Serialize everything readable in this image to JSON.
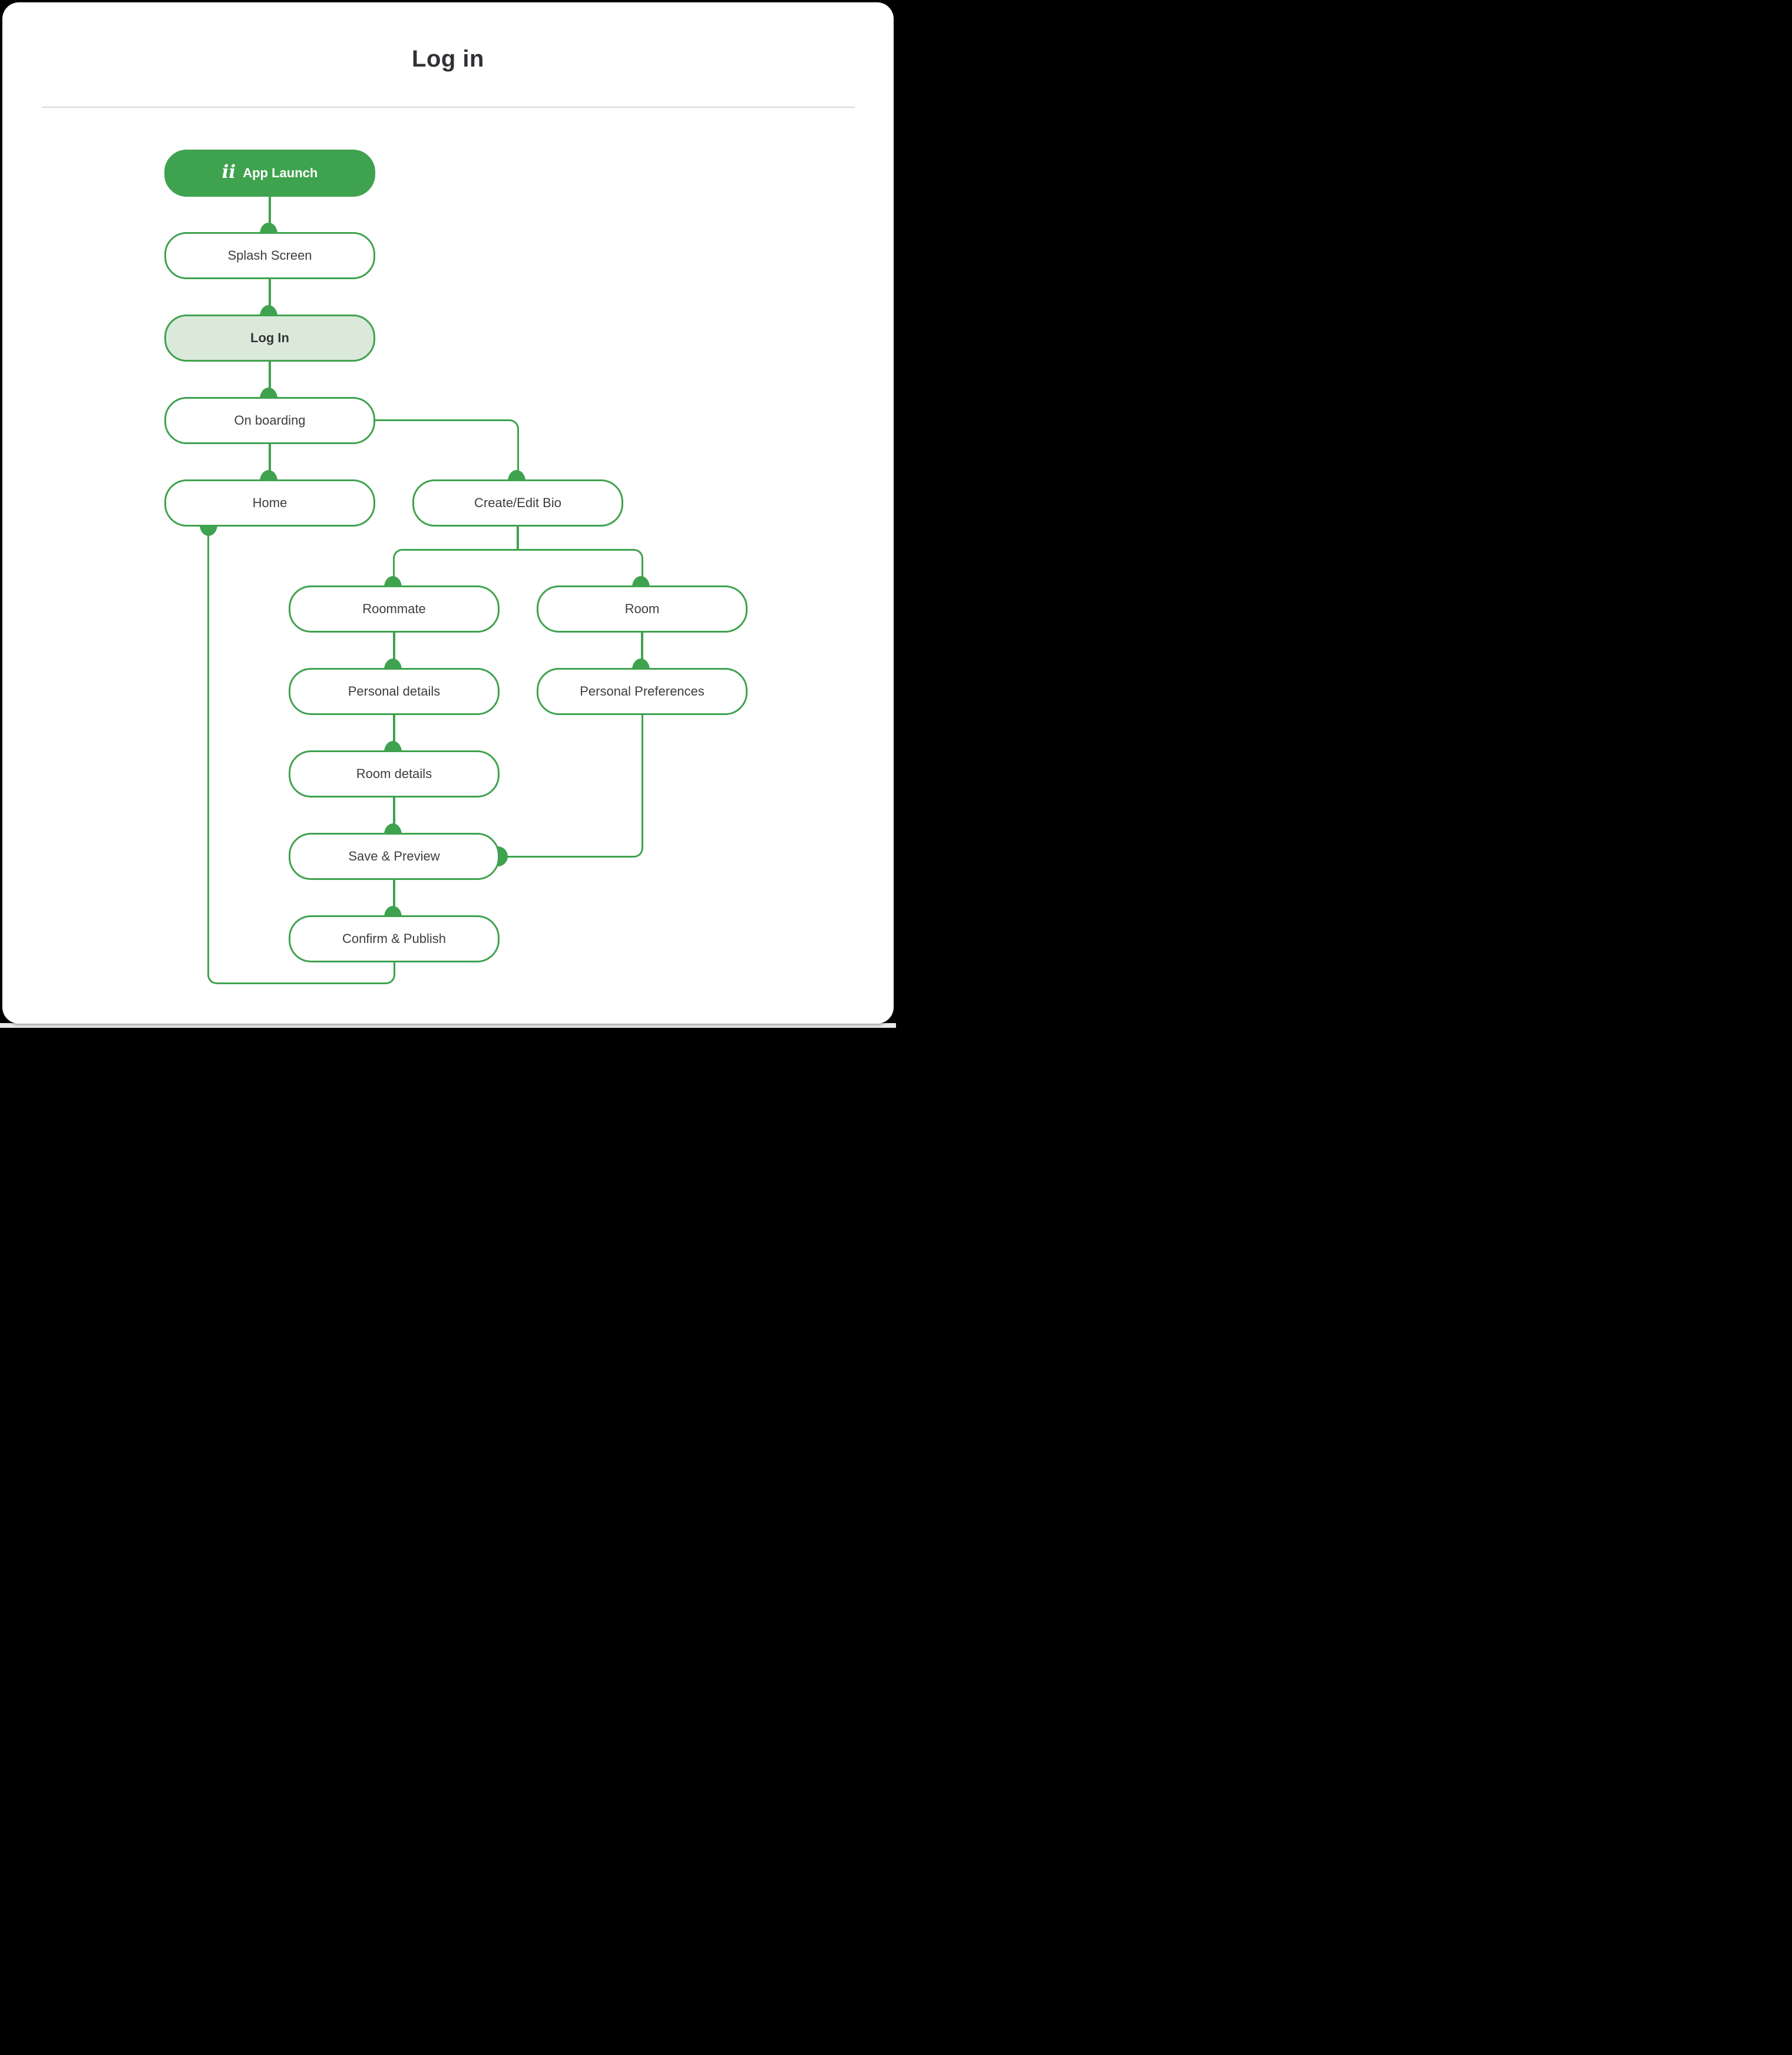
{
  "page": {
    "title": "Log in"
  },
  "colors": {
    "background": "#000000",
    "card": "#FFFFFF",
    "accent_green": "#3FA24E",
    "highlight_fill": "#DBE9DB",
    "text": "#3B3E41",
    "divider": "#D9D9D9"
  },
  "diagram": {
    "nodes": [
      {
        "id": "app-launch",
        "label": "App Launch",
        "variant": "solid",
        "icon_glyph": "ii"
      },
      {
        "id": "splash-screen",
        "label": "Splash Screen",
        "variant": "outline"
      },
      {
        "id": "log-in",
        "label": "Log In",
        "variant": "highlight"
      },
      {
        "id": "on-boarding",
        "label": "On boarding",
        "variant": "outline"
      },
      {
        "id": "home",
        "label": "Home",
        "variant": "outline"
      },
      {
        "id": "create-edit-bio",
        "label": "Create/Edit Bio",
        "variant": "outline"
      },
      {
        "id": "roommate",
        "label": "Roommate",
        "variant": "outline"
      },
      {
        "id": "room",
        "label": "Room",
        "variant": "outline"
      },
      {
        "id": "personal-details",
        "label": "Personal details",
        "variant": "outline"
      },
      {
        "id": "personal-preferences",
        "label": "Personal Preferences",
        "variant": "outline"
      },
      {
        "id": "room-details",
        "label": "Room details",
        "variant": "outline"
      },
      {
        "id": "save-preview",
        "label": "Save & Preview",
        "variant": "outline"
      },
      {
        "id": "confirm-publish",
        "label": "Confirm & Publish",
        "variant": "outline"
      }
    ],
    "edges": [
      {
        "from": "app-launch",
        "to": "splash-screen"
      },
      {
        "from": "splash-screen",
        "to": "log-in"
      },
      {
        "from": "log-in",
        "to": "on-boarding"
      },
      {
        "from": "on-boarding",
        "to": "home"
      },
      {
        "from": "on-boarding",
        "to": "create-edit-bio"
      },
      {
        "from": "create-edit-bio",
        "to": "roommate"
      },
      {
        "from": "create-edit-bio",
        "to": "room"
      },
      {
        "from": "roommate",
        "to": "personal-details"
      },
      {
        "from": "room",
        "to": "personal-preferences"
      },
      {
        "from": "personal-details",
        "to": "room-details"
      },
      {
        "from": "room-details",
        "to": "save-preview"
      },
      {
        "from": "personal-preferences",
        "to": "save-preview"
      },
      {
        "from": "save-preview",
        "to": "confirm-publish"
      },
      {
        "from": "confirm-publish",
        "to": "home"
      }
    ]
  }
}
